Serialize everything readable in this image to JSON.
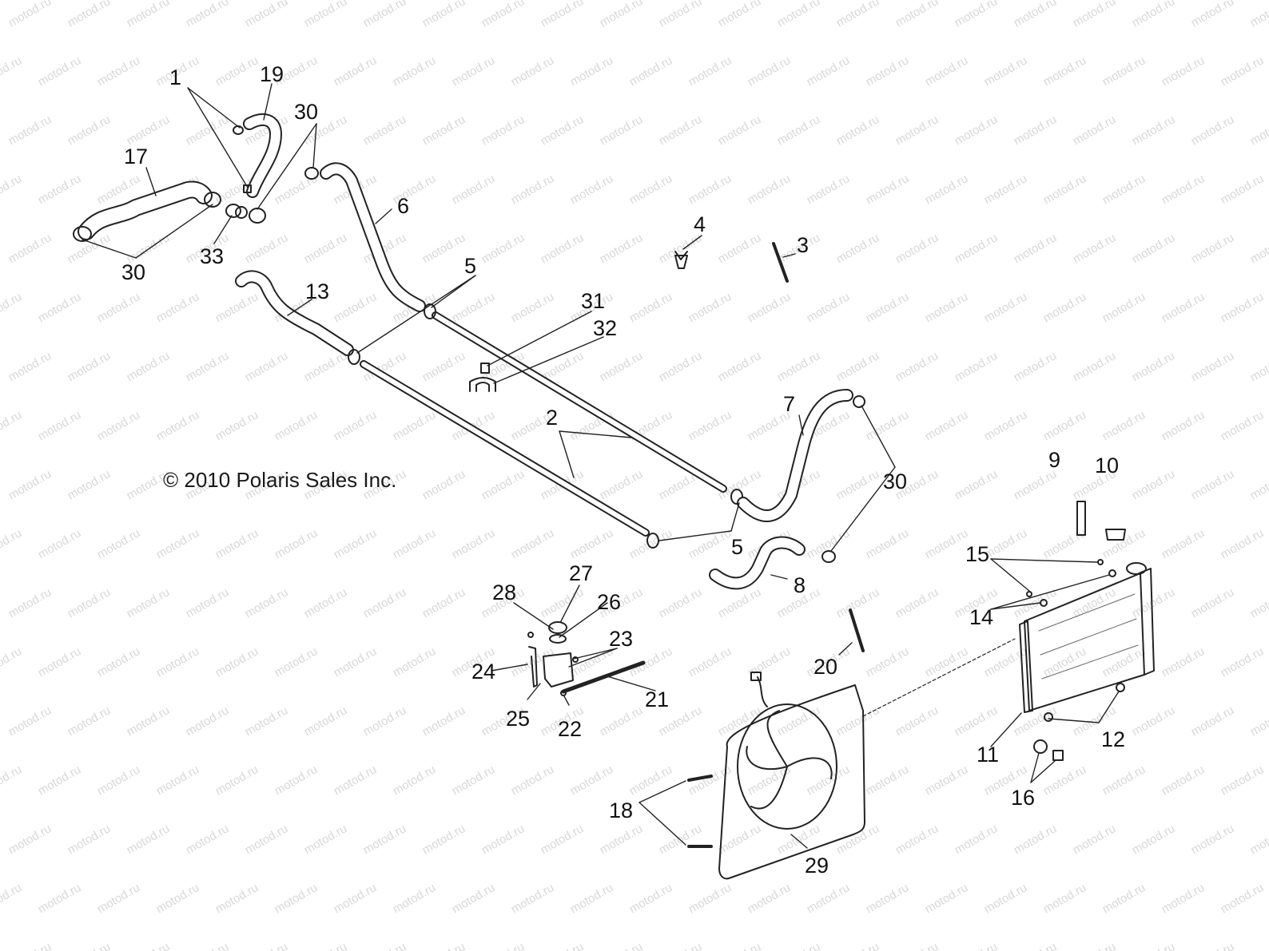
{
  "copyright": "© 2010 Polaris Sales Inc.",
  "watermark": "motod.ru",
  "callouts": {
    "1": "1",
    "2": "2",
    "3": "3",
    "4": "4",
    "5a": "5",
    "5b": "5",
    "6": "6",
    "7": "7",
    "8": "8",
    "9": "9",
    "10": "10",
    "11": "11",
    "12": "12",
    "13": "13",
    "14": "14",
    "15": "15",
    "16": "16",
    "17": "17",
    "18": "18",
    "19": "19",
    "20": "20",
    "21": "21",
    "22": "22",
    "23": "23",
    "24": "24",
    "25": "25",
    "26": "26",
    "27": "27",
    "28": "28",
    "29": "29",
    "30a": "30",
    "30b": "30",
    "30c": "30",
    "31": "31",
    "32": "32",
    "33": "33"
  }
}
